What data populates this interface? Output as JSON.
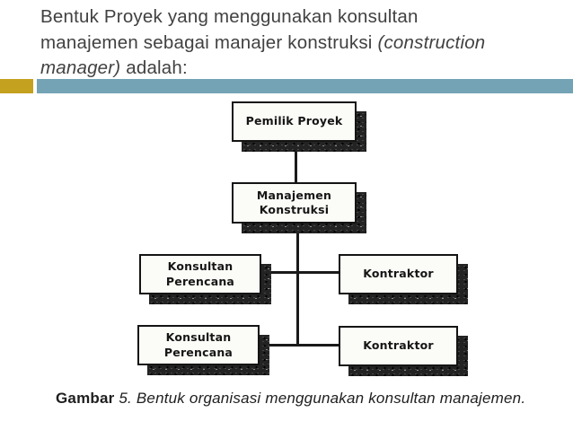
{
  "slide": {
    "title": {
      "line1": "Bentuk Proyek yang menggunakan konsultan",
      "line2_regular": "manajemen sebagai manajer konstruksi ",
      "line2_italic": "(construction",
      "line3_italic": "manager)",
      "line3_regular": " adalah:"
    },
    "accent_colors": {
      "gold": "#C4A11F",
      "teal": "#73A3B4"
    },
    "caption": {
      "bold": "Gambar",
      "italic": " 5. Bentuk organisasi menggunakan konsultan manajemen."
    }
  },
  "diagram": {
    "type": "org-chart",
    "ink_color": "#1a1a1a",
    "nodes": [
      {
        "id": "pemilik-proyek",
        "label": "Pemilik Proyek"
      },
      {
        "id": "manajemen-konstruksi",
        "label": "Manajemen Konstruksi"
      },
      {
        "id": "konsultan-perencana-1",
        "label": "Konsultan Perencana"
      },
      {
        "id": "kontraktor-1",
        "label": "Kontraktor"
      },
      {
        "id": "konsultan-perencana-2",
        "label": "Konsultan Perencana"
      },
      {
        "id": "kontraktor-2",
        "label": "Kontraktor"
      }
    ],
    "edges": [
      {
        "from": "pemilik-proyek",
        "to": "manajemen-konstruksi"
      },
      {
        "from": "manajemen-konstruksi",
        "to": "konsultan-perencana-1"
      },
      {
        "from": "manajemen-konstruksi",
        "to": "kontraktor-1"
      },
      {
        "from": "manajemen-konstruksi",
        "to": "konsultan-perencana-2"
      },
      {
        "from": "manajemen-konstruksi",
        "to": "kontraktor-2"
      }
    ]
  }
}
